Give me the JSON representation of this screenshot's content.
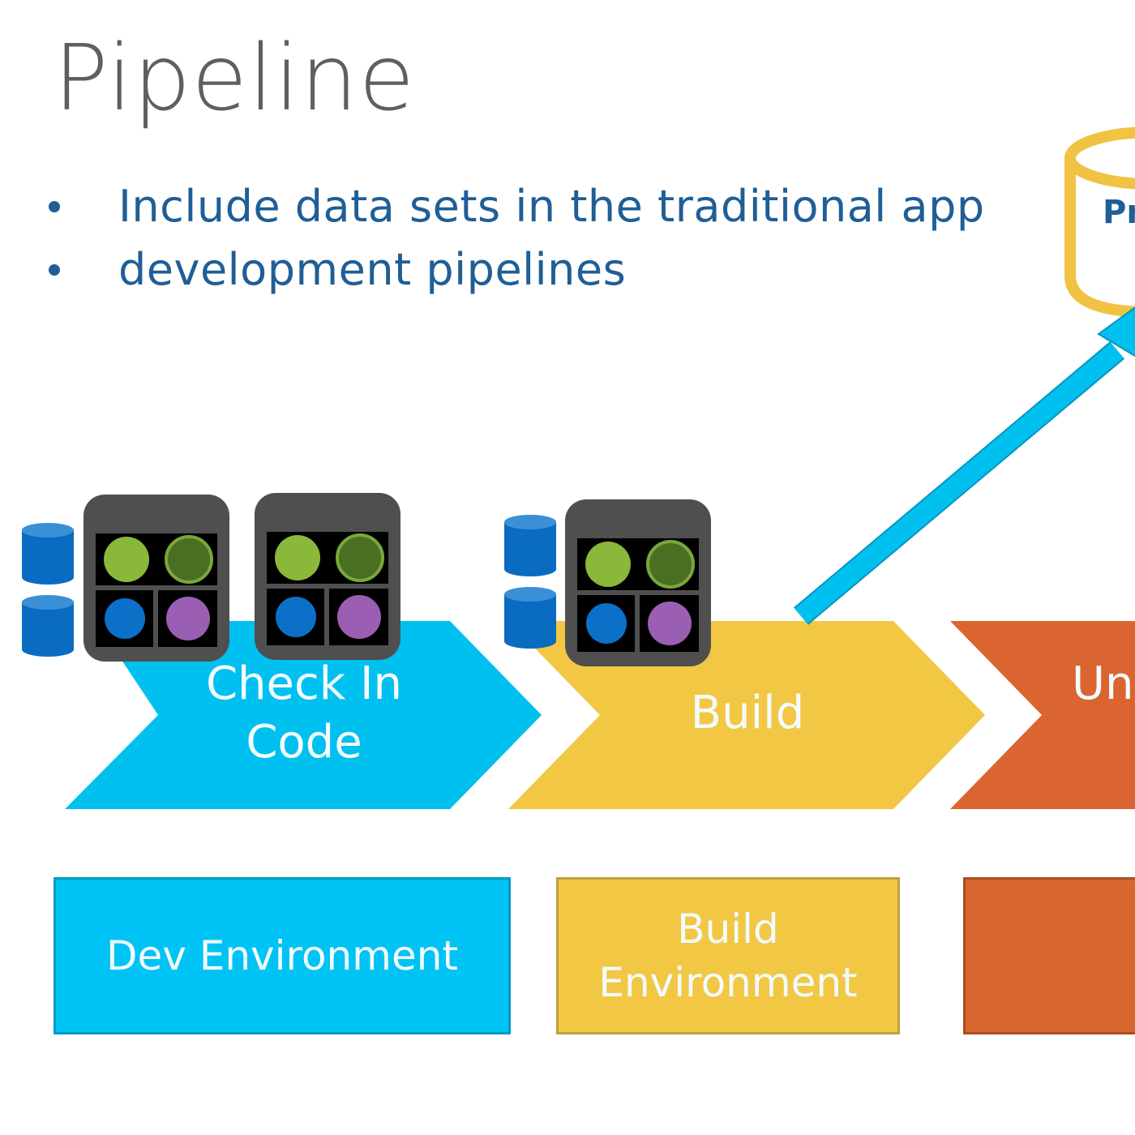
{
  "slide": {
    "title": "Pipeline",
    "bullets": [
      "Include data sets in the traditional app",
      "development pipelines"
    ]
  },
  "database": {
    "label_partial": "Pr",
    "color": "#f0c342"
  },
  "stages": [
    {
      "label_line1": "Check In",
      "label_line2": "Code",
      "color": "#00c0f0"
    },
    {
      "label_line1": "Build",
      "label_line2": "",
      "color": "#f2c744"
    },
    {
      "label_line1": "Un",
      "label_line2": "",
      "color": "#da6530"
    }
  ],
  "environments": [
    {
      "label_line1": "Dev Environment",
      "label_line2": "",
      "color": "#00c3f5"
    },
    {
      "label_line1": "Build",
      "label_line2": "Environment",
      "color": "#f2c744"
    },
    {
      "label_line1": "",
      "label_line2": "",
      "color": "#d9652f"
    }
  ],
  "icons": {
    "data_store_color": "#0a6cc0",
    "container_color": "#4f4f4f",
    "dot_colors": [
      "#8ab83a",
      "#4a6e22",
      "#0c70c8",
      "#9a5fb3"
    ]
  },
  "arrow": {
    "color": "#00c0f0"
  }
}
